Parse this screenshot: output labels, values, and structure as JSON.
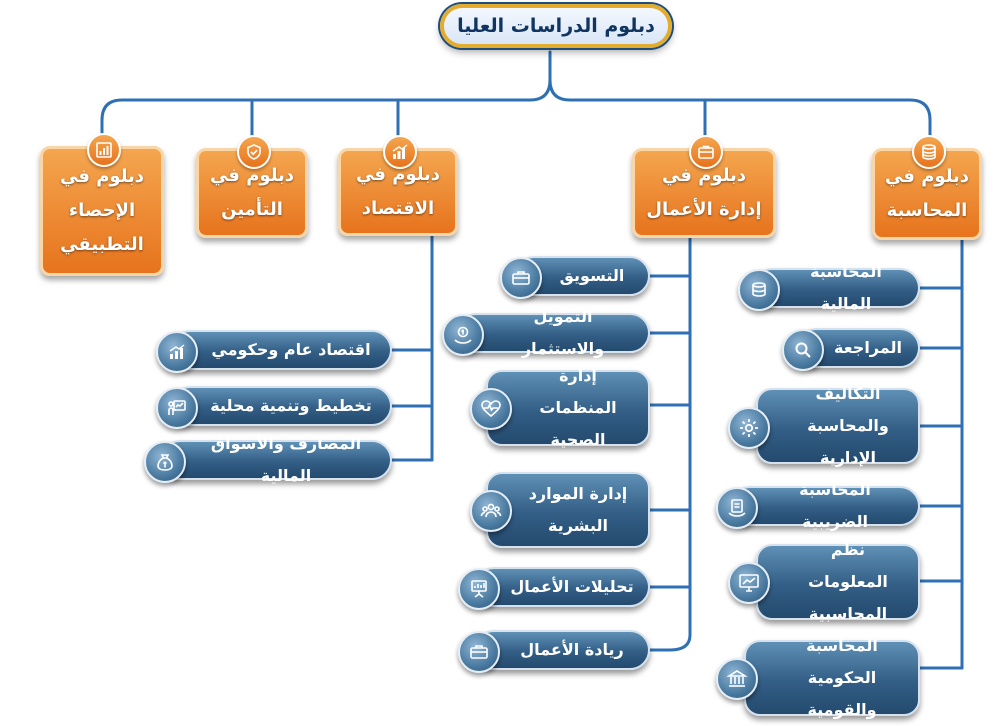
{
  "title": "دبلوم الدراسات العليا",
  "diplomas": {
    "accounting": {
      "line1": "دبلوم في",
      "line2": "المحاسبة",
      "icon": "coins-icon",
      "items": [
        "المحاسبة المالية",
        "المراجعة",
        "التكاليف",
        "والمحاسبة الإدارية",
        "المحاسبة الضريبية",
        "نظم المعلومات",
        "المحاسبية",
        "المحاسبة الحكومية",
        "والقومية"
      ]
    },
    "business": {
      "line1": "دبلوم في",
      "line2": "إدارة الأعمال",
      "icon": "briefcase-icon",
      "items": [
        "التسويق",
        "التمويل والاستثمار",
        "إدارة المنظمات",
        "الصحية",
        "إدارة الموارد",
        "البشرية",
        "تحليلات الأعمال",
        "ريادة الأعمال"
      ]
    },
    "economics": {
      "line1": "دبلوم في",
      "line2": "الاقتصاد",
      "icon": "bar-chart-icon",
      "items": [
        "اقتصاد عام وحكومي",
        "تخطيط وتنمية محلية",
        "المصارف والأسواق المالية"
      ]
    },
    "insurance": {
      "line1": "دبلوم في",
      "line2": "التأمين",
      "icon": "shield-icon"
    },
    "statistics": {
      "line1": "دبلوم في",
      "line2": "الإحصاء",
      "line3": "التطبيقي",
      "icon": "chart-icon"
    }
  },
  "colors": {
    "diploma": "#ec8427",
    "item": "#335e86",
    "line": "#2f70b5",
    "root_border": "#e3ac2e"
  }
}
